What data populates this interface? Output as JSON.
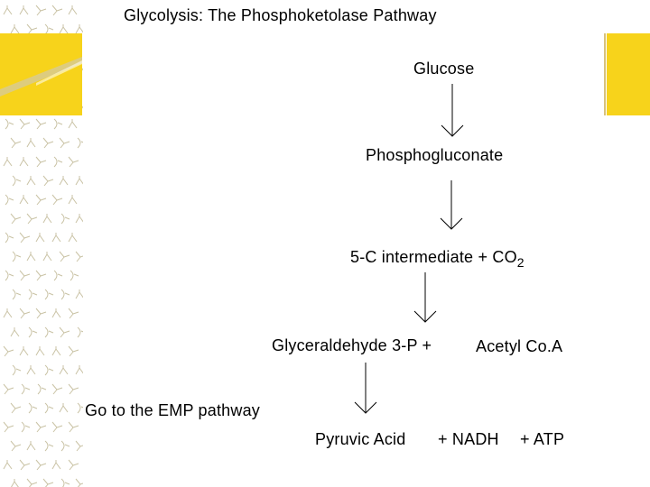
{
  "title": "Glycolysis: The Phosphoketolase Pathway",
  "nodes": {
    "glucose": "Glucose",
    "phosphogluconate": "Phosphogluconate",
    "intermediate": "5-C intermediate + CO",
    "intermediate_subscript": "2",
    "glyceraldehyde": "Glyceraldehyde 3-P +",
    "acetyl_coa": "Acetyl Co.A",
    "emp_note": "Go to the EMP pathway",
    "pyruvic_acid": "Pyruvic Acid",
    "nadh": "+ NADH",
    "atp": "+ ATP"
  },
  "colors": {
    "accent_yellow": "#f7d31b",
    "pattern_sketch": "#c9c2a4",
    "text": "#000000"
  }
}
